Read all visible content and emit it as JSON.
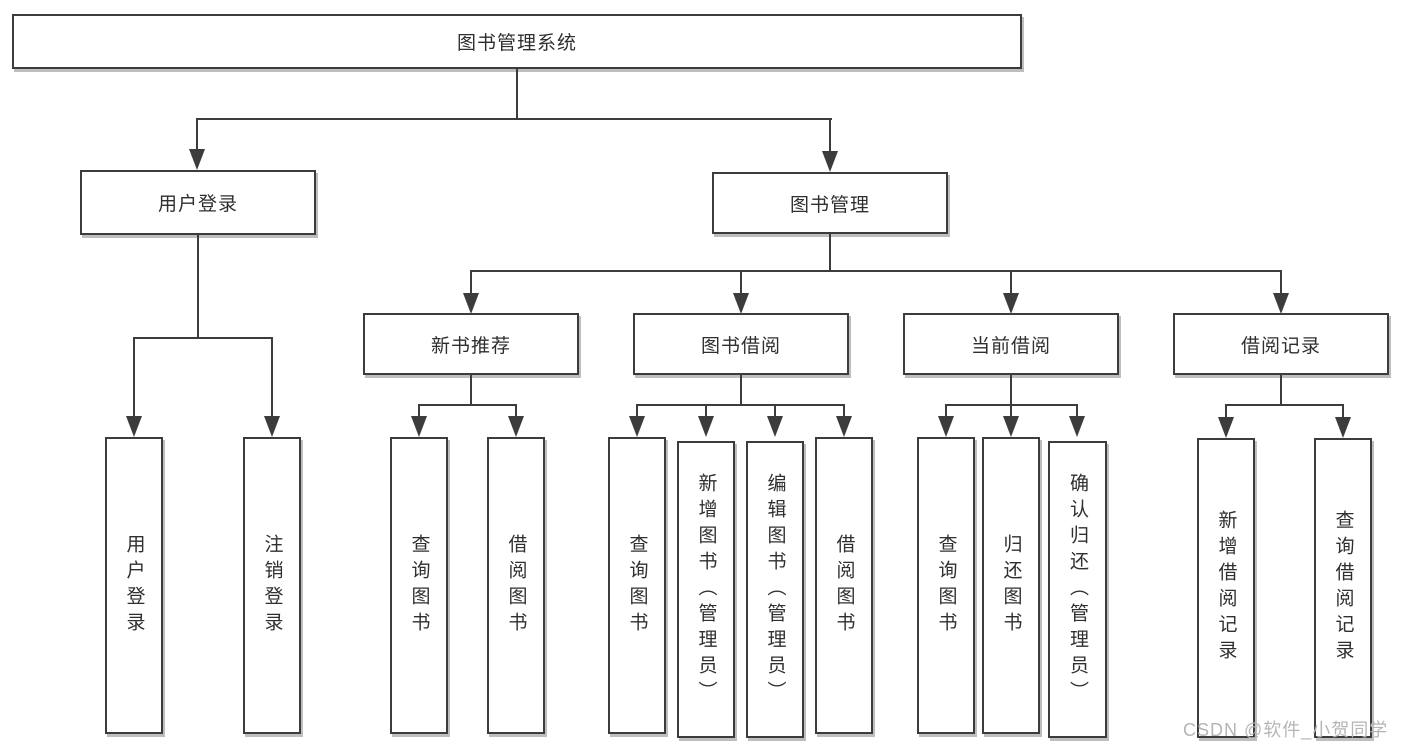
{
  "diagram": {
    "root": "图书管理系统",
    "level2": {
      "user_login": "用户登录",
      "book_mgmt": "图书管理"
    },
    "user_login_children": [
      "用户登录",
      "注销登录"
    ],
    "level3": {
      "new_books": "新书推荐",
      "book_borrow": "图书借阅",
      "current_borrow": "当前借阅",
      "borrow_records": "借阅记录"
    },
    "new_books_children": [
      "查询图书",
      "借阅图书"
    ],
    "book_borrow_children": [
      "查询图书",
      "新增图书（管理员）",
      "编辑图书（管理员）",
      "借阅图书"
    ],
    "current_borrow_children": [
      "查询图书",
      "归还图书",
      "确认归还（管理员）"
    ],
    "borrow_records_children": [
      "新增借阅记录",
      "查询借阅记录"
    ],
    "watermark": "CSDN @软件_小贺同学"
  },
  "colors": {
    "line": "#3c3c3c",
    "text": "#2f2f2f",
    "background": "#ffffff",
    "watermark": "#b5b5b5"
  }
}
